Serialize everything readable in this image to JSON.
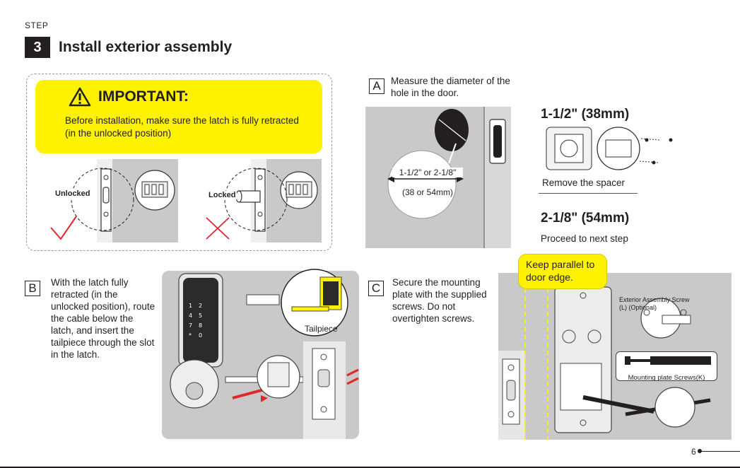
{
  "header": {
    "step_label": "STEP",
    "step_number": "3",
    "title": "Install exterior assembly"
  },
  "important": {
    "title": "IMPORTANT:",
    "body": "Before installation, make sure the latch is fully retracted (in the unlocked position)",
    "unlocked_label": "Unlocked",
    "locked_label": "Locked"
  },
  "section_a": {
    "label": "A",
    "text": "Measure the diameter of the hole in the door.",
    "diameter_text": "1-1/2\" or 2-1/8\"",
    "diameter_mm": "(38 or 54mm)",
    "option1_size": "1-1/2\" (38mm)",
    "option1_caption": "Remove the spacer",
    "option2_size": "2-1/8\" (54mm)",
    "option2_caption": "Proceed to next step"
  },
  "section_b": {
    "label": "B",
    "text": "With the latch fully retracted (in the unlocked position), route the cable below the latch, and insert the tailpiece through the slot in the latch.",
    "tailpiece_label": "Tailpiece"
  },
  "section_c": {
    "label": "C",
    "text": "Secure the mounting plate with the supplied screws. Do not overtighten screws.",
    "callout": "Keep parallel to door edge.",
    "exterior_screw_label": "Exterior Assembly Screw (L) (Optional)",
    "mounting_screw_label": "Mounting plate Screws(K)"
  },
  "footer": {
    "page_number": "6"
  },
  "colors": {
    "highlight": "#fff200",
    "check": "#e3262b",
    "photo_bg": "#c9c9c9"
  }
}
